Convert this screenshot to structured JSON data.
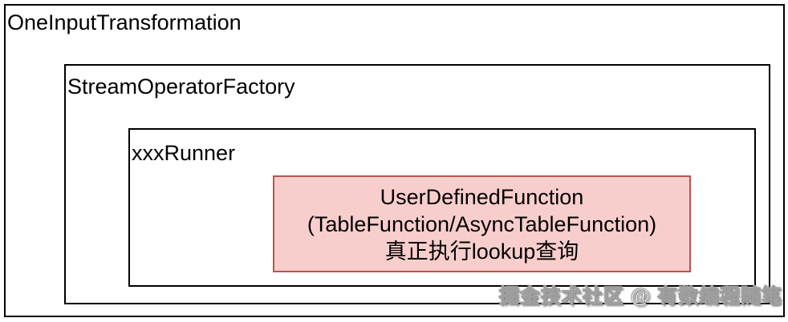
{
  "diagram": {
    "outer_box": {
      "label": "OneInputTransformation"
    },
    "factory_box": {
      "label": "StreamOperatorFactory"
    },
    "runner_box": {
      "label": "xxxRunner"
    },
    "udf_box": {
      "lines": [
        "UserDefinedFunction",
        "(TableFunction/AsyncTableFunction)",
        "真正执行lookup查询"
      ],
      "fill_color": "#f8cecc",
      "border_color": "#b85450"
    },
    "box_border_color": "#000000",
    "background_color": "#ffffff"
  },
  "watermark": {
    "text": "掘金技术社区 @ 有数编程随笔"
  }
}
